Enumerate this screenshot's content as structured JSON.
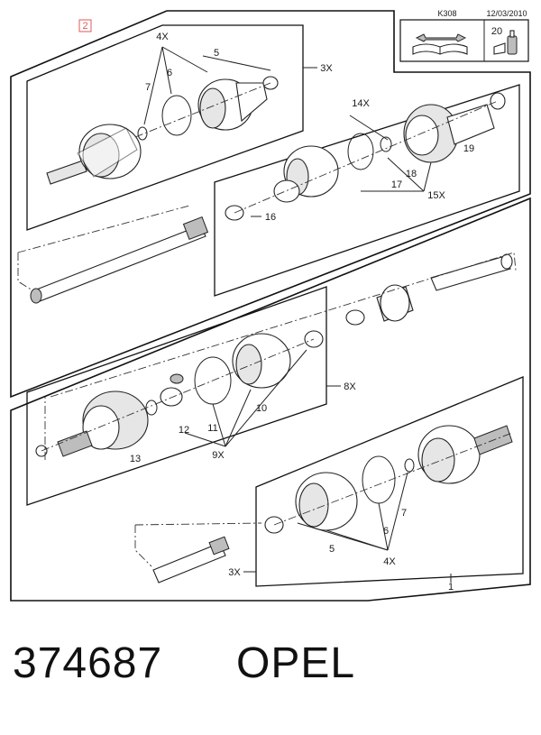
{
  "header": {
    "ref_box_label": "2",
    "code": "K308",
    "date": "12/03/2010",
    "torque_value": "20"
  },
  "callouts": {
    "n4x_top": "4X",
    "n5_top": "5",
    "n3x_top": "3X",
    "n6_top": "6",
    "n7_top": "7",
    "n14x": "14X",
    "n19": "19",
    "n18": "18",
    "n17": "17",
    "n15x": "15X",
    "n16": "16",
    "n8x": "8X",
    "n10": "10",
    "n11": "11",
    "n12": "12",
    "n9x": "9X",
    "n13": "13",
    "n7_bot": "7",
    "n6_bot": "6",
    "n5_bot": "5",
    "n4x_bot": "4X",
    "n3x_bot": "3X",
    "n1": "1"
  },
  "footer": {
    "part_number": "374687",
    "brand": "OPEL"
  },
  "colors": {
    "ref_box": "#e05a5a",
    "line": "#1a1a1a"
  }
}
